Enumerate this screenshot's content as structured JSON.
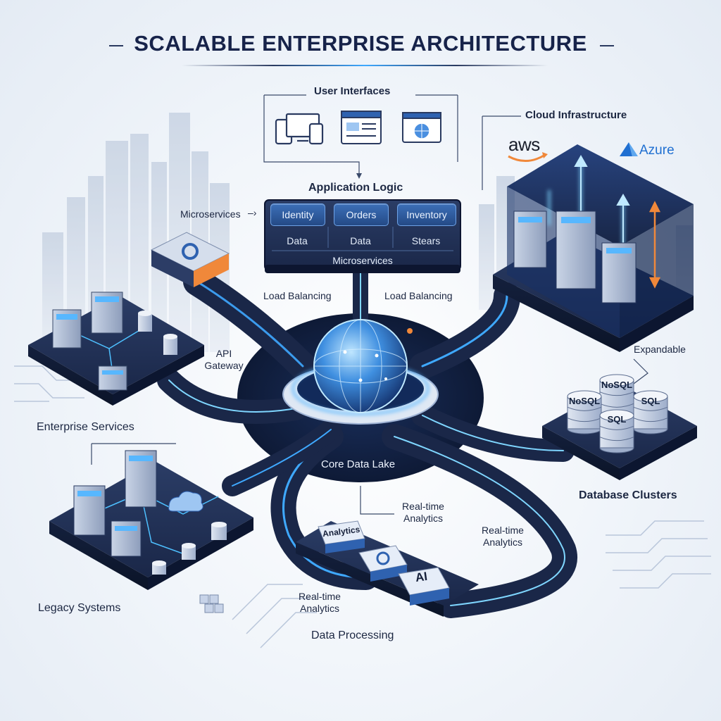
{
  "title": "SCALABLE ENTERPRISE ARCHITECTURE",
  "user_interfaces": {
    "label": "User Interfaces"
  },
  "application_logic": {
    "label": "Application Logic",
    "side_label": "Microservices",
    "services": [
      {
        "name": "Identity",
        "sub": "Data"
      },
      {
        "name": "Orders",
        "sub": "Data"
      },
      {
        "name": "Inventory",
        "sub": "Stears"
      }
    ],
    "footer": "Microservices"
  },
  "cloud": {
    "label": "Cloud Infrastructure",
    "providers": [
      "aws",
      "Azure"
    ],
    "expandable_label": "Expandable"
  },
  "core": {
    "label": "Core Data Lake",
    "load_balancing_left": "Load Balancing",
    "load_balancing_right": "Load Balancing",
    "api_gateway": "API\nGateway"
  },
  "enterprise_services": {
    "label": "Enterprise Services"
  },
  "legacy_systems": {
    "label": "Legacy Systems"
  },
  "database_clusters": {
    "label": "Database Clusters",
    "dbs": [
      "NoSQL",
      "NoSQL",
      "SQL",
      "SQL"
    ]
  },
  "data_processing": {
    "label": "Data Processing",
    "modules": [
      "Analytics",
      "AI"
    ],
    "realtime_1": "Real-time\nAnalytics",
    "realtime_2": "Real-time\nAnalytics",
    "realtime_3": "Real-time\nAnalytics"
  },
  "colors": {
    "navy": "#1a2748",
    "deep": "#0f1a33",
    "glow": "#3fa9ff",
    "cyan": "#7fd6ff",
    "orange": "#f0883a",
    "bar_blue": "#2f62b0"
  }
}
